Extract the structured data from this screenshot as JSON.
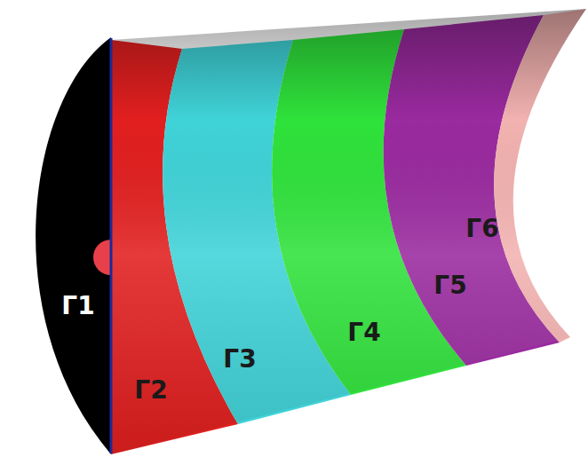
{
  "diagram": {
    "labels": [
      "Γ1",
      "Γ2",
      "Γ3",
      "Γ4",
      "Γ5",
      "Γ6"
    ]
  }
}
